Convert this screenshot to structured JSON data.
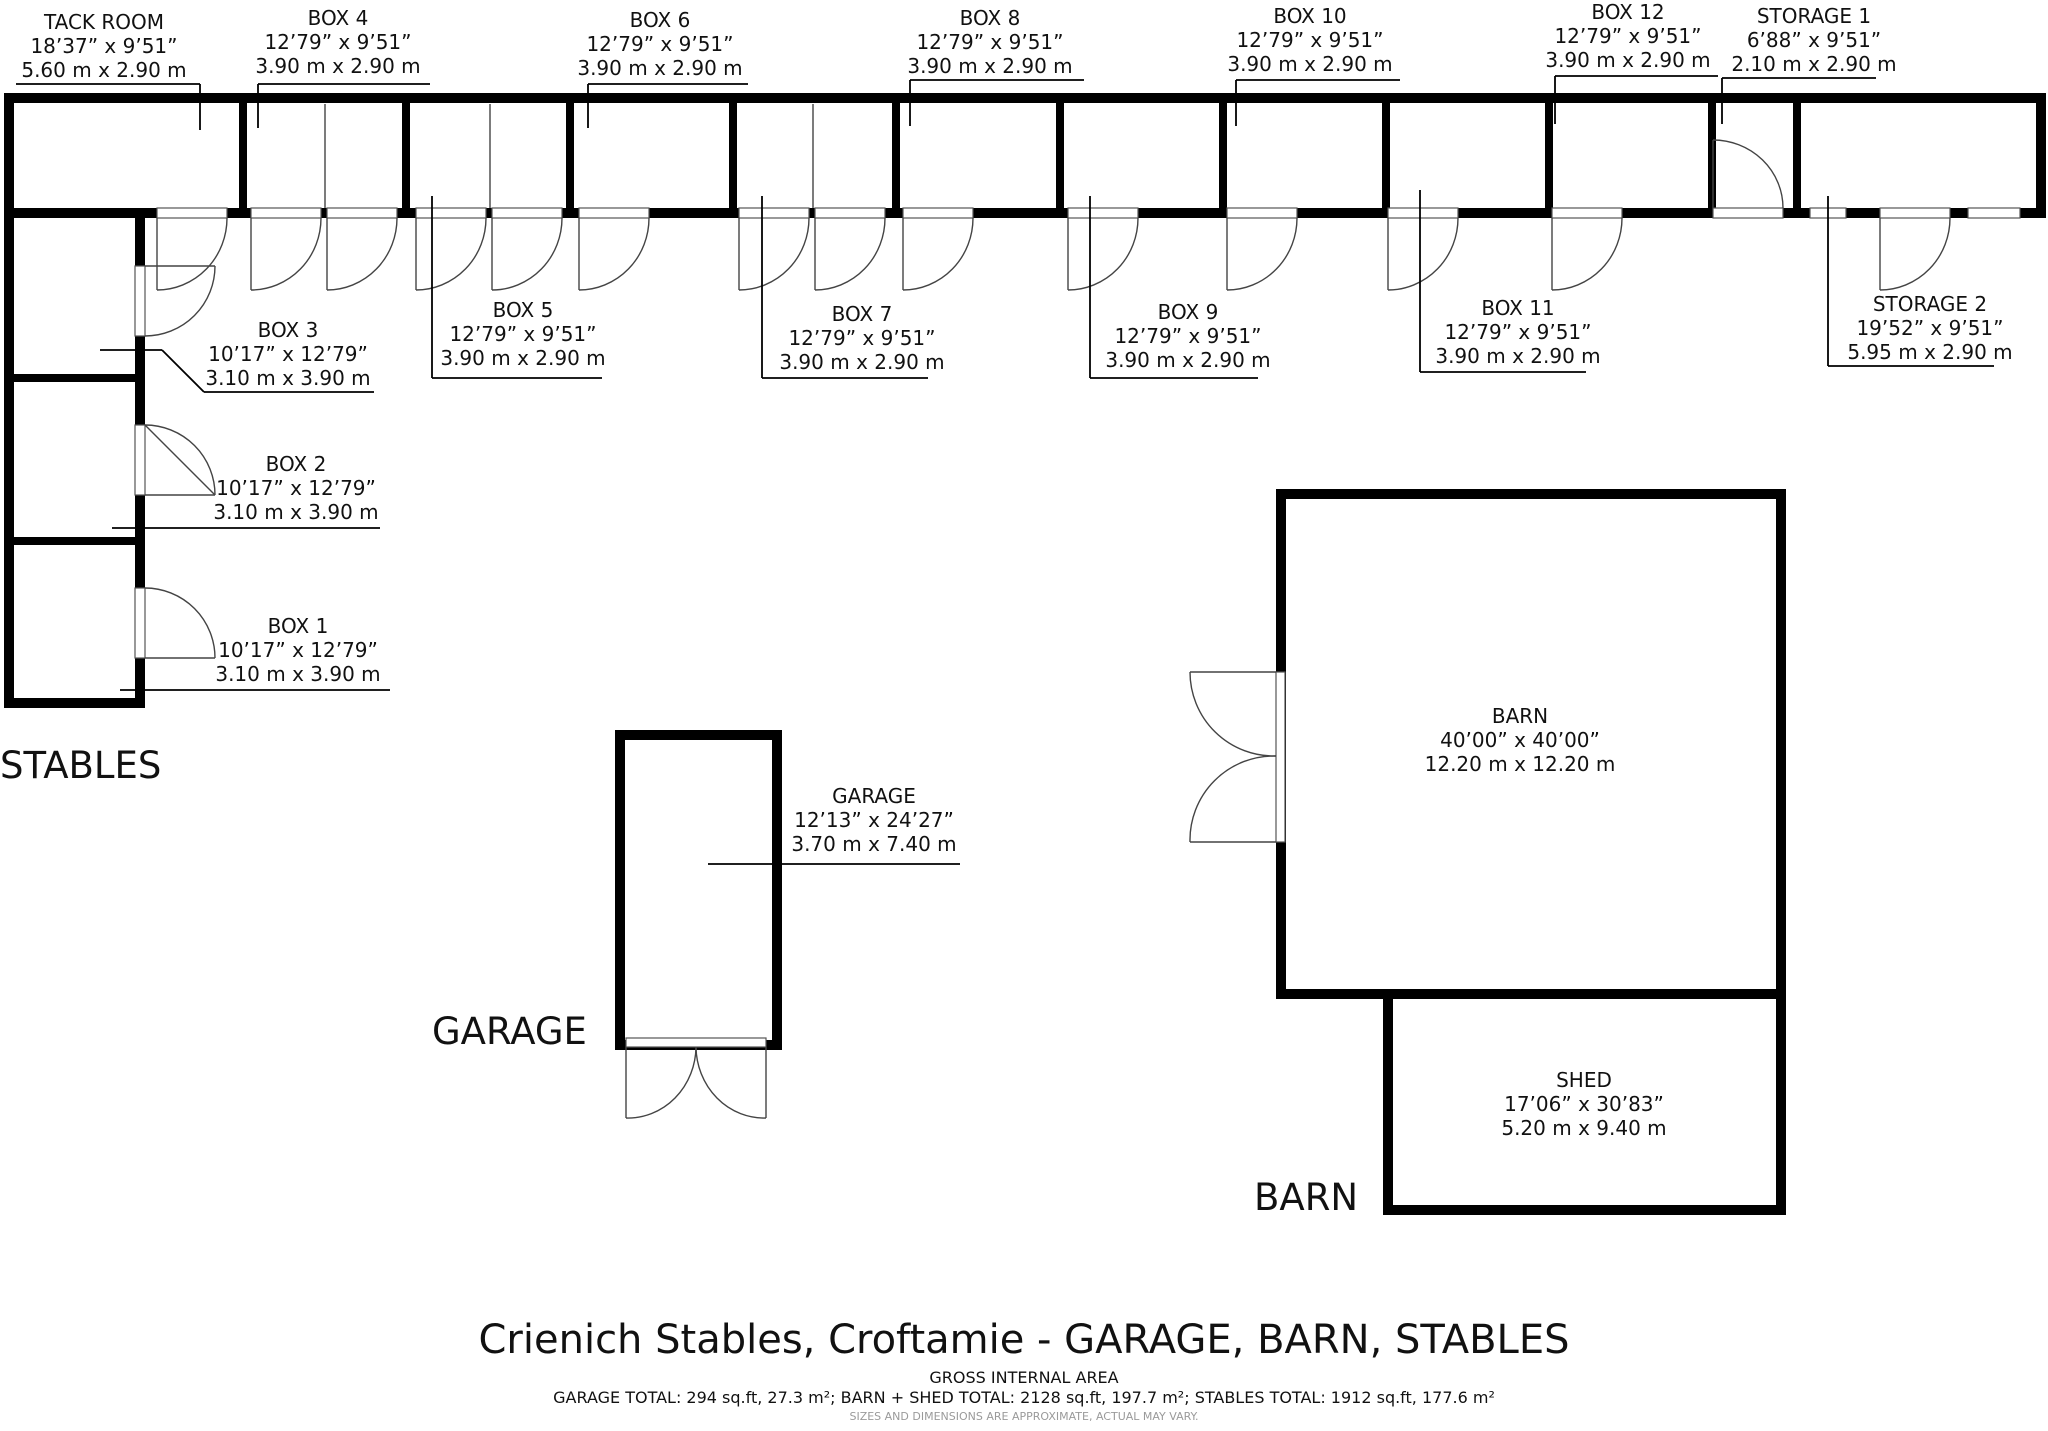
{
  "rooms": [
    {
      "name": "TACK ROOM",
      "imperial": "18’37” x 9’51”",
      "metric": "5.60 m x 2.90 m"
    },
    {
      "name": "BOX 4",
      "imperial": "12’79” x 9’51”",
      "metric": "3.90 m x 2.90 m"
    },
    {
      "name": "BOX 6",
      "imperial": "12’79” x 9’51”",
      "metric": "3.90 m x 2.90 m"
    },
    {
      "name": "BOX 8",
      "imperial": "12’79” x 9’51”",
      "metric": "3.90 m x 2.90 m"
    },
    {
      "name": "BOX 10",
      "imperial": "12’79” x 9’51”",
      "metric": "3.90 m x 2.90 m"
    },
    {
      "name": "BOX 12",
      "imperial": "12’79” x 9’51”",
      "metric": "3.90 m x 2.90 m"
    },
    {
      "name": "STORAGE 1",
      "imperial": "6’88” x 9’51”",
      "metric": "2.10 m x 2.90 m"
    },
    {
      "name": "BOX 3",
      "imperial": "10’17” x 12’79”",
      "metric": "3.10 m x 3.90 m"
    },
    {
      "name": "BOX 5",
      "imperial": "12’79” x 9’51”",
      "metric": "3.90 m x 2.90 m"
    },
    {
      "name": "BOX 7",
      "imperial": "12’79” x 9’51”",
      "metric": "3.90 m x 2.90 m"
    },
    {
      "name": "BOX 9",
      "imperial": "12’79” x 9’51”",
      "metric": "3.90 m x 2.90 m"
    },
    {
      "name": "BOX 11",
      "imperial": "12’79” x 9’51”",
      "metric": "3.90 m x 2.90 m"
    },
    {
      "name": "STORAGE 2",
      "imperial": "19’52” x 9’51”",
      "metric": "5.95 m x 2.90 m"
    },
    {
      "name": "BOX 2",
      "imperial": "10’17” x 12’79”",
      "metric": "3.10 m x 3.90 m"
    },
    {
      "name": "BOX 1",
      "imperial": "10’17” x 12’79”",
      "metric": "3.10 m x 3.90 m"
    },
    {
      "name": "GARAGE",
      "imperial": "12’13” x 24’27”",
      "metric": "3.70 m x 7.40 m"
    },
    {
      "name": "BARN",
      "imperial": "40’00” x 40’00”",
      "metric": "12.20 m x 12.20 m"
    },
    {
      "name": "SHED",
      "imperial": "17’06” x 30’83”",
      "metric": "5.20 m x 9.40 m"
    }
  ],
  "sections": {
    "stables": "STABLES",
    "garage": "GARAGE",
    "barn": "BARN"
  },
  "footer": {
    "title": "Crienich Stables, Croftamie - GARAGE, BARN, STABLES",
    "subtitle": "GROSS INTERNAL AREA",
    "totals": "GARAGE TOTAL: 294 sq.ft, 27.3 m²; BARN + SHED TOTAL: 2128 sq.ft, 197.7 m²; STABLES TOTAL: 1912 sq.ft, 177.6 m²",
    "disclaimer": "SIZES AND DIMENSIONS ARE APPROXIMATE, ACTUAL MAY VARY."
  }
}
